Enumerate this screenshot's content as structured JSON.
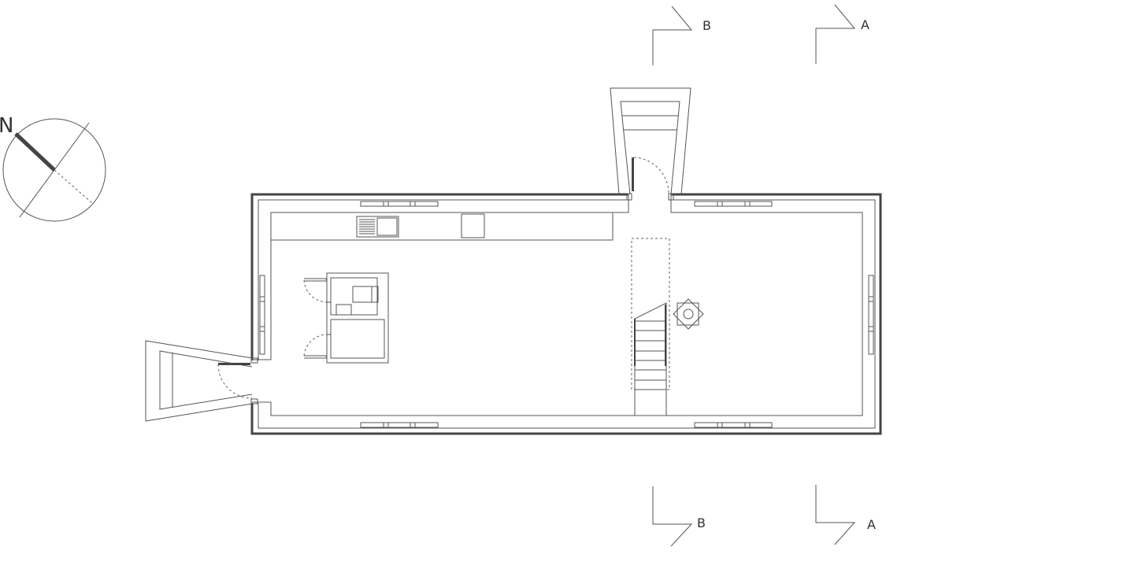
{
  "north_arrow": {
    "label": "N"
  },
  "section_markers": {
    "b_top": "B",
    "a_top": "A",
    "b_bottom": "B",
    "a_bottom": "A"
  },
  "colors": {
    "line": "#555555",
    "wall": "#444444",
    "background": "#ffffff"
  }
}
